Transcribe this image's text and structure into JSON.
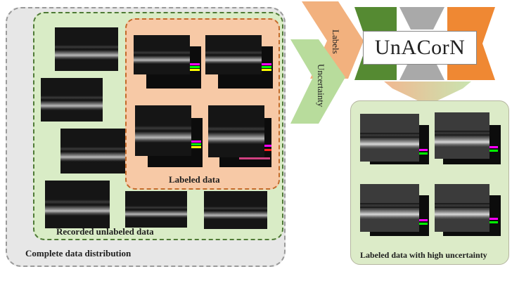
{
  "captions": {
    "complete": "Complete data distribution",
    "recorded": "Recorded unlabeled data",
    "labeled": "Labeled data",
    "high_uncertainty": "Labeled data with high uncertainty"
  },
  "arrows": {
    "labels": "Labels",
    "uncertainty": "Uncertainty"
  },
  "model": {
    "name": "UnACorN"
  },
  "colors": {
    "complete_bg": "#e7e7e7",
    "recorded_bg": "#d9ecc6",
    "labeled_bg": "#f7c9a6",
    "green": "#4f7a36",
    "grey": "#a8a8a8",
    "orange": "#ee8a3c"
  }
}
